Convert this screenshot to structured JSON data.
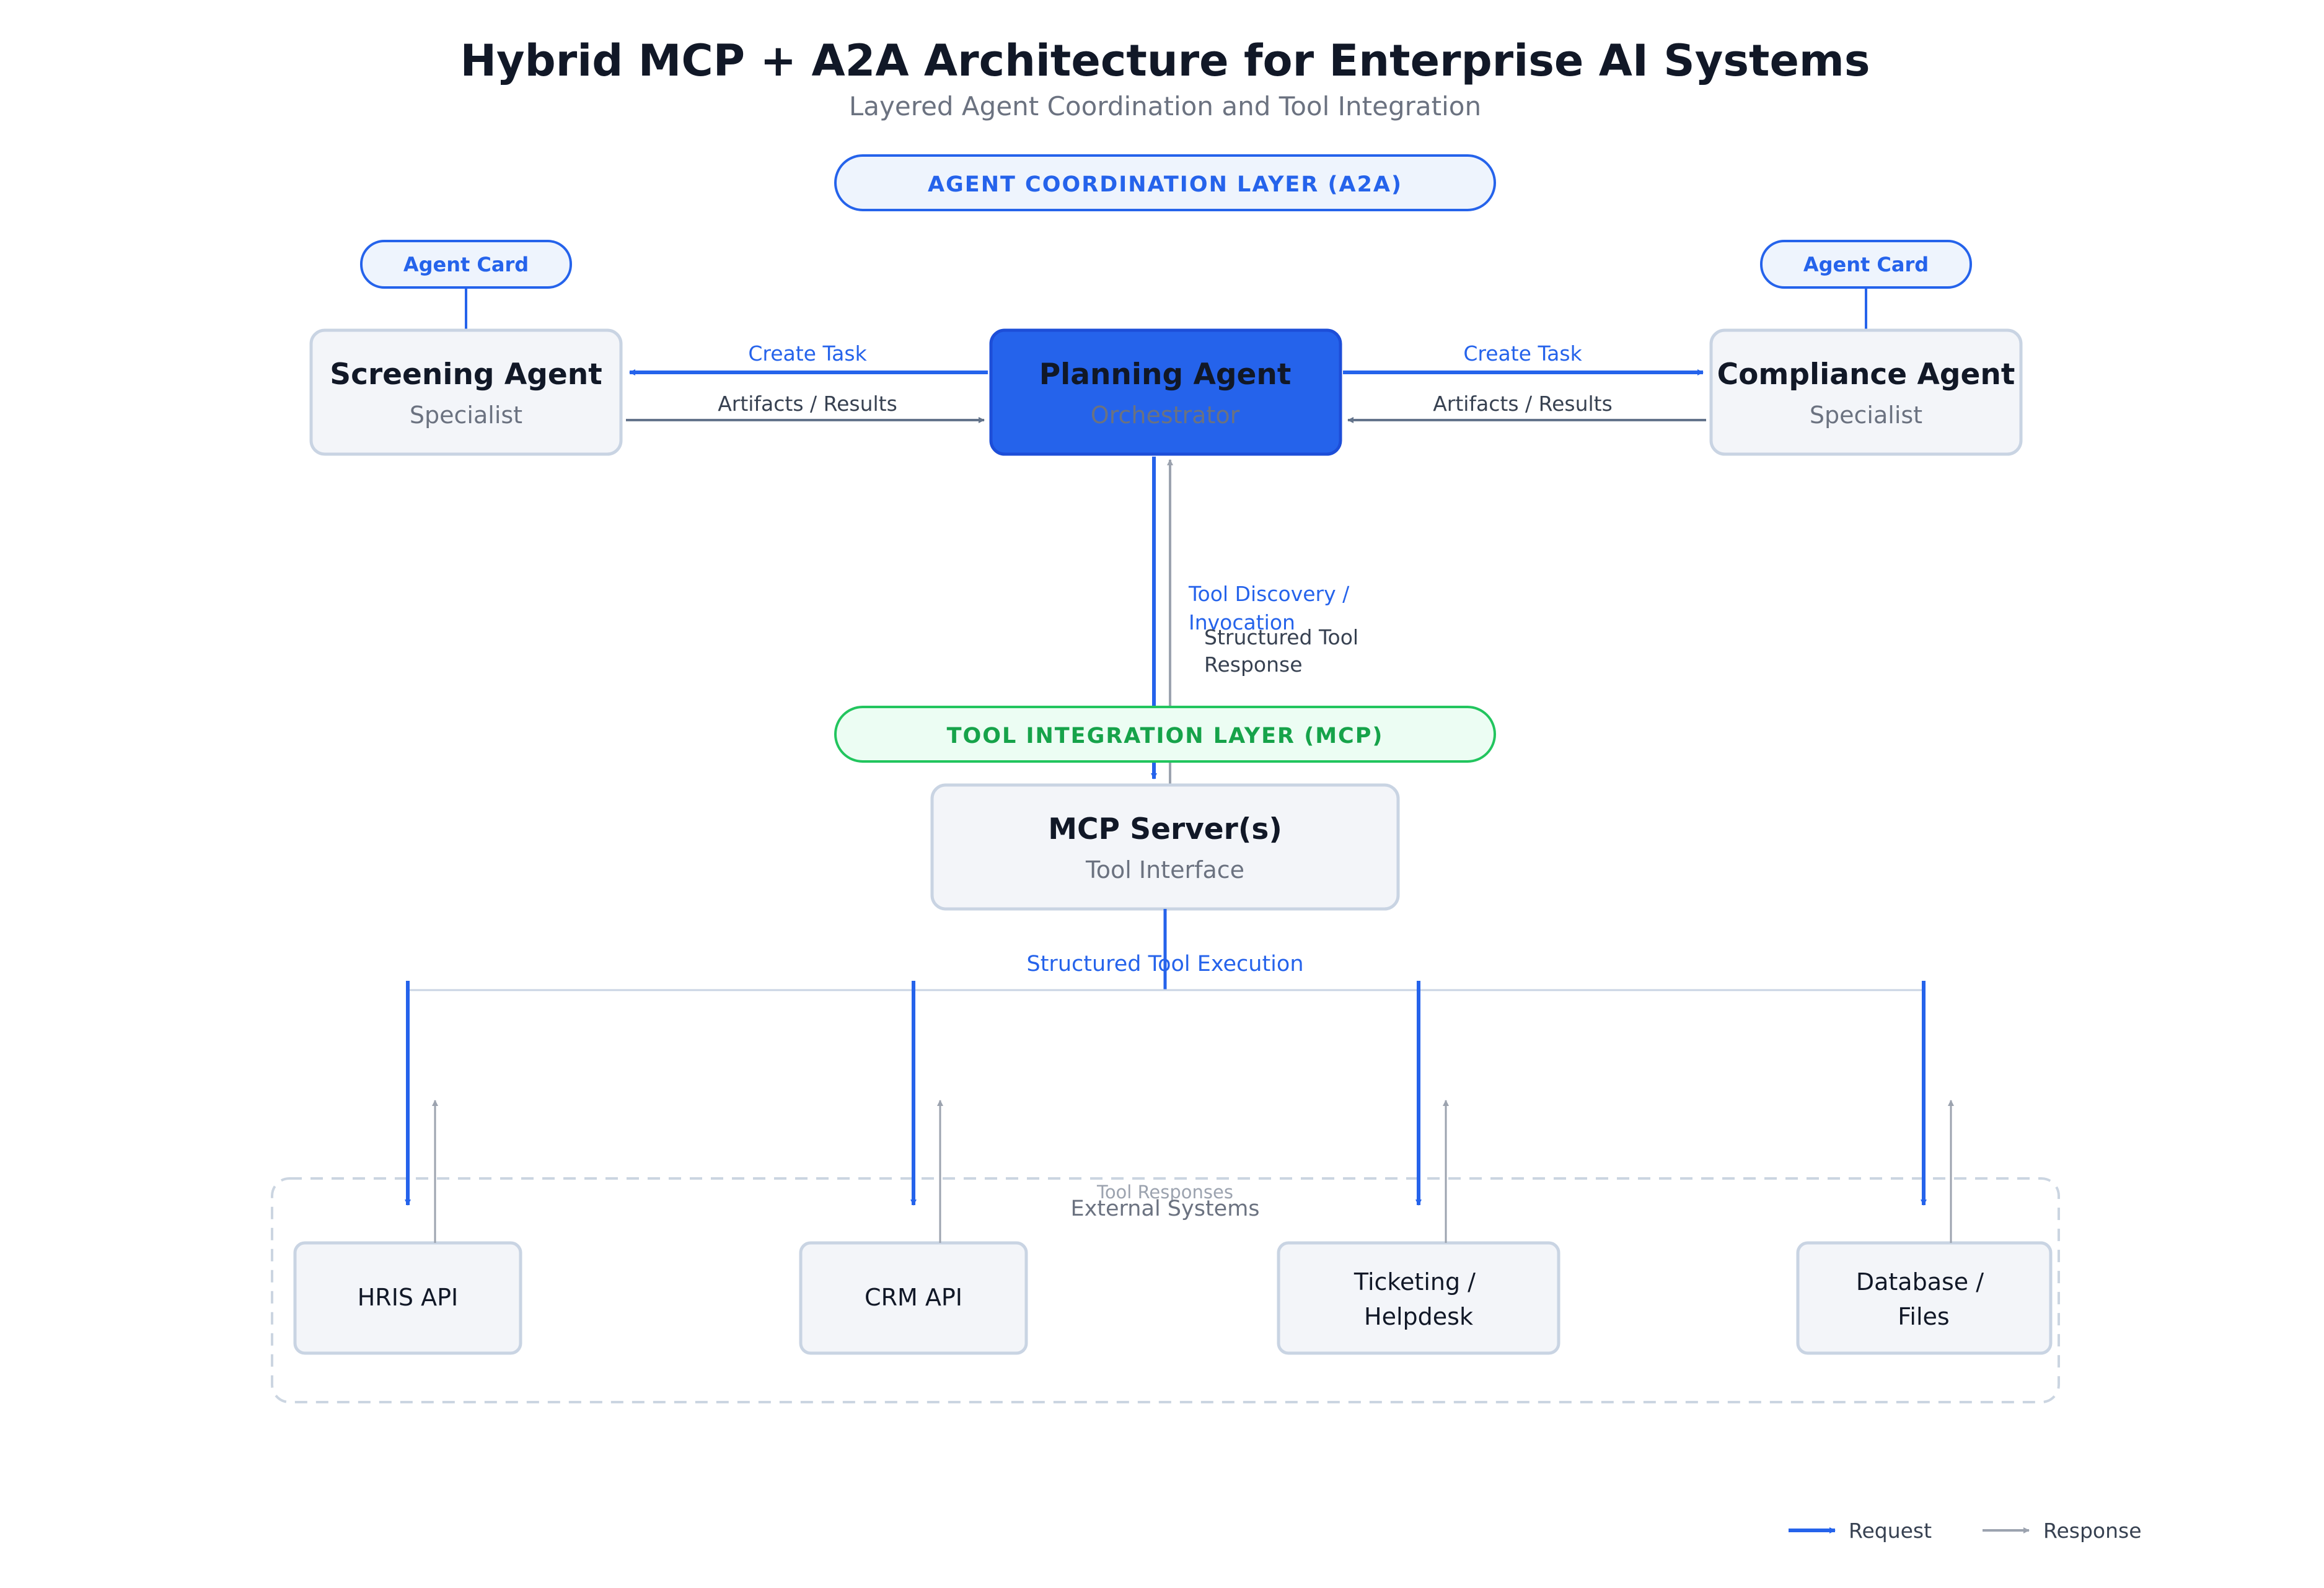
{
  "title": "Hybrid MCP + A2A Architecture for Enterprise AI Systems",
  "subtitle": "Layered Agent Coordination and Tool Integration",
  "layers": {
    "a2a": "AGENT COORDINATION LAYER (A2A)",
    "mcp": "TOOL INTEGRATION LAYER (MCP)"
  },
  "agent_cards": {
    "left": "Agent Card",
    "right": "Agent Card"
  },
  "agents": {
    "screening": {
      "name": "Screening Agent",
      "role": "Specialist"
    },
    "planning": {
      "name": "Planning Agent",
      "role": "Orchestrator"
    },
    "compliance": {
      "name": "Compliance Agent",
      "role": "Specialist"
    }
  },
  "edges": {
    "create_task_left": "Create Task",
    "artifacts_left": "Artifacts / Results",
    "create_task_right": "Create Task",
    "artifacts_right": "Artifacts / Results",
    "tool_discovery_line1": "Tool Discovery /",
    "tool_discovery_line2": "Invocation",
    "structured_response_line1": "Structured Tool",
    "structured_response_line2": "Response",
    "structured_execution": "Structured Tool Execution",
    "tool_responses": "Tool Responses"
  },
  "mcp_server": {
    "name": "MCP Server(s)",
    "role": "Tool Interface"
  },
  "external": {
    "label": "External Systems",
    "systems": [
      {
        "line1": "HRIS API",
        "line2": ""
      },
      {
        "line1": "CRM API",
        "line2": ""
      },
      {
        "line1": "Ticketing /",
        "line2": "Helpdesk"
      },
      {
        "line1": "Database /",
        "line2": "Files"
      }
    ]
  },
  "legend": {
    "request": "Request",
    "response": "Response"
  },
  "colors": {
    "request_blue": "#2563eb",
    "response_gray": "#9ca3af",
    "node_fill": "#f3f5f9",
    "node_stroke": "#c9d4e3",
    "mcp_green": "#16a34a",
    "title_dark": "#111827"
  }
}
